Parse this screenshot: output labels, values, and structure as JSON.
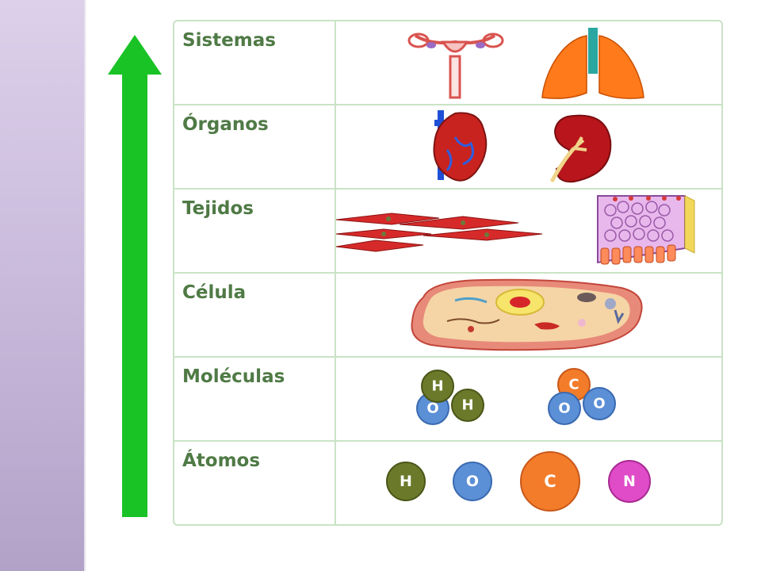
{
  "levels": [
    {
      "label": "Sistemas"
    },
    {
      "label": "Órganos"
    },
    {
      "label": "Tejidos"
    },
    {
      "label": "Célula"
    },
    {
      "label": "Moléculas"
    },
    {
      "label": "Átomos"
    }
  ],
  "molecules": [
    {
      "atoms": [
        "H",
        "H",
        "O"
      ]
    },
    {
      "atoms": [
        "C",
        "O",
        "O"
      ]
    }
  ],
  "atoms": [
    "H",
    "O",
    "C",
    "N"
  ],
  "colors": {
    "arrow": "#19c325",
    "hydrogen": "#6b7a2a",
    "oxygen": "#5b8fd6",
    "carbon": "#f37c2a",
    "nitrogen": "#e04bc8",
    "border": "#c9e3c5",
    "label": "#4f7a45"
  }
}
